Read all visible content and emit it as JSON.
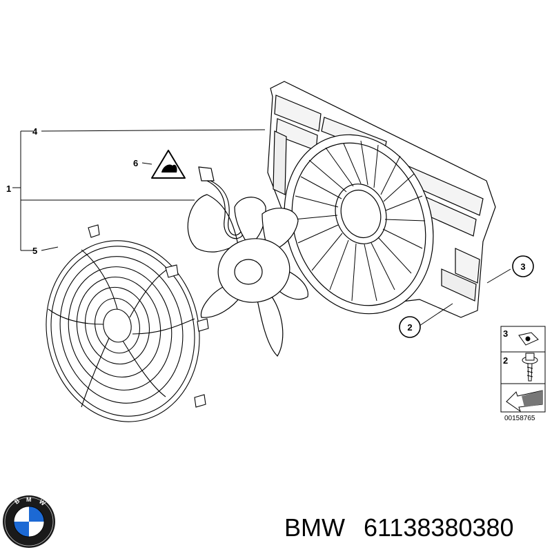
{
  "callouts": {
    "c1": "1",
    "c2": "2",
    "c3": "3",
    "c4": "4",
    "c5": "5",
    "c6": "6"
  },
  "legend": {
    "item_top": "3",
    "item_bottom": "2",
    "reference_number": "00158765"
  },
  "caption": {
    "brand": "BMW",
    "part_number": "61138380380"
  },
  "logo": {
    "letters": "BMW",
    "colors": {
      "blue": "#1c69d4",
      "white": "#ffffff",
      "ring": "#111111"
    }
  }
}
